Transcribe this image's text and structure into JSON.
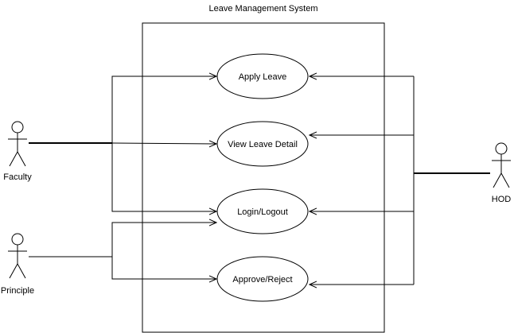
{
  "system": {
    "title": "Leave Management System"
  },
  "actors": {
    "faculty": "Faculty",
    "principle": "Principle",
    "hod": "HOD"
  },
  "use_cases": {
    "apply_leave": "Apply Leave",
    "view_leave_detail": "View Leave Detail",
    "login_logout": "Login/Logout",
    "approve_reject": "Approve/Reject"
  },
  "colors": {
    "stroke": "#000000",
    "background": "#ffffff"
  }
}
